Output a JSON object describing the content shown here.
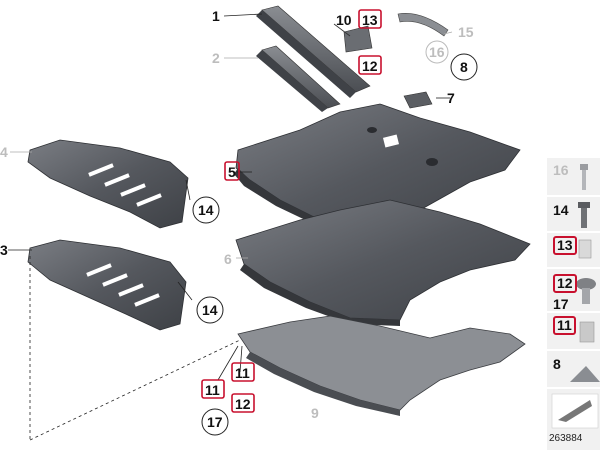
{
  "labels": {
    "n1": "1",
    "n2": "2",
    "n3": "3",
    "n4": "4",
    "n5": "5",
    "n6": "6",
    "n7": "7",
    "n8": "8",
    "n9": "9",
    "n10": "10",
    "n11a": "11",
    "n11b": "11",
    "n12a": "12",
    "n12b": "12",
    "n13": "13",
    "n14a": "14",
    "n14b": "14",
    "n15": "15",
    "n16": "16",
    "n17": "17"
  },
  "side": {
    "s16": "16",
    "s14": "14",
    "s13": "13",
    "s12": "12",
    "s17": "17",
    "s11": "11",
    "s8": "8"
  },
  "doc_number": "263884",
  "colors": {
    "highlight": "#c8102e",
    "part": "#4a4d52",
    "part_light": "#6d7076"
  }
}
